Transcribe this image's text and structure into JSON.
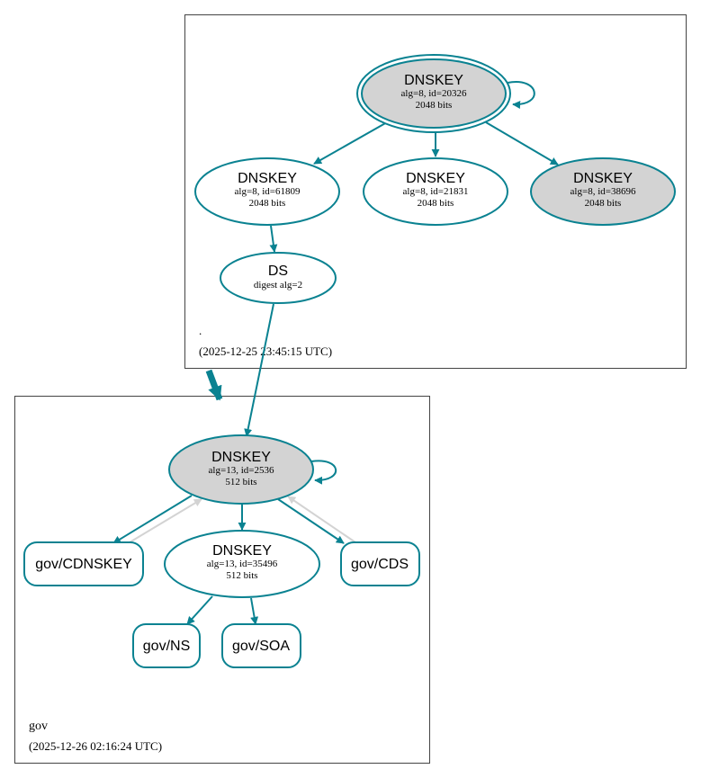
{
  "colors": {
    "edge": "#0a8291",
    "edge_faded": "#d3d3d3",
    "node_fill_ksk": "#d3d3d3",
    "node_fill_plain": "#ffffff",
    "cluster_border": "#444444"
  },
  "zones": {
    "root": {
      "name": ".",
      "timestamp": "(2025-12-25 23:45:15 UTC)",
      "nodes": {
        "ksk_20326": {
          "type": "DNSKEY",
          "line1": "alg=8, id=20326",
          "line2": "2048 bits"
        },
        "zsk_61809": {
          "type": "DNSKEY",
          "line1": "alg=8, id=61809",
          "line2": "2048 bits"
        },
        "key_21831": {
          "type": "DNSKEY",
          "line1": "alg=8, id=21831",
          "line2": "2048 bits"
        },
        "key_38696": {
          "type": "DNSKEY",
          "line1": "alg=8, id=38696",
          "line2": "2048 bits"
        },
        "ds": {
          "type": "DS",
          "line1": "digest alg=2"
        }
      }
    },
    "gov": {
      "name": "gov",
      "timestamp": "(2025-12-26 02:16:24 UTC)",
      "nodes": {
        "ksk_2536": {
          "type": "DNSKEY",
          "line1": "alg=13, id=2536",
          "line2": "512 bits"
        },
        "zsk_35496": {
          "type": "DNSKEY",
          "line1": "alg=13, id=35496",
          "line2": "512 bits"
        },
        "cdnskey": {
          "label": "gov/CDNSKEY"
        },
        "cds": {
          "label": "gov/CDS"
        },
        "ns": {
          "label": "gov/NS"
        },
        "soa": {
          "label": "gov/SOA"
        }
      }
    }
  }
}
